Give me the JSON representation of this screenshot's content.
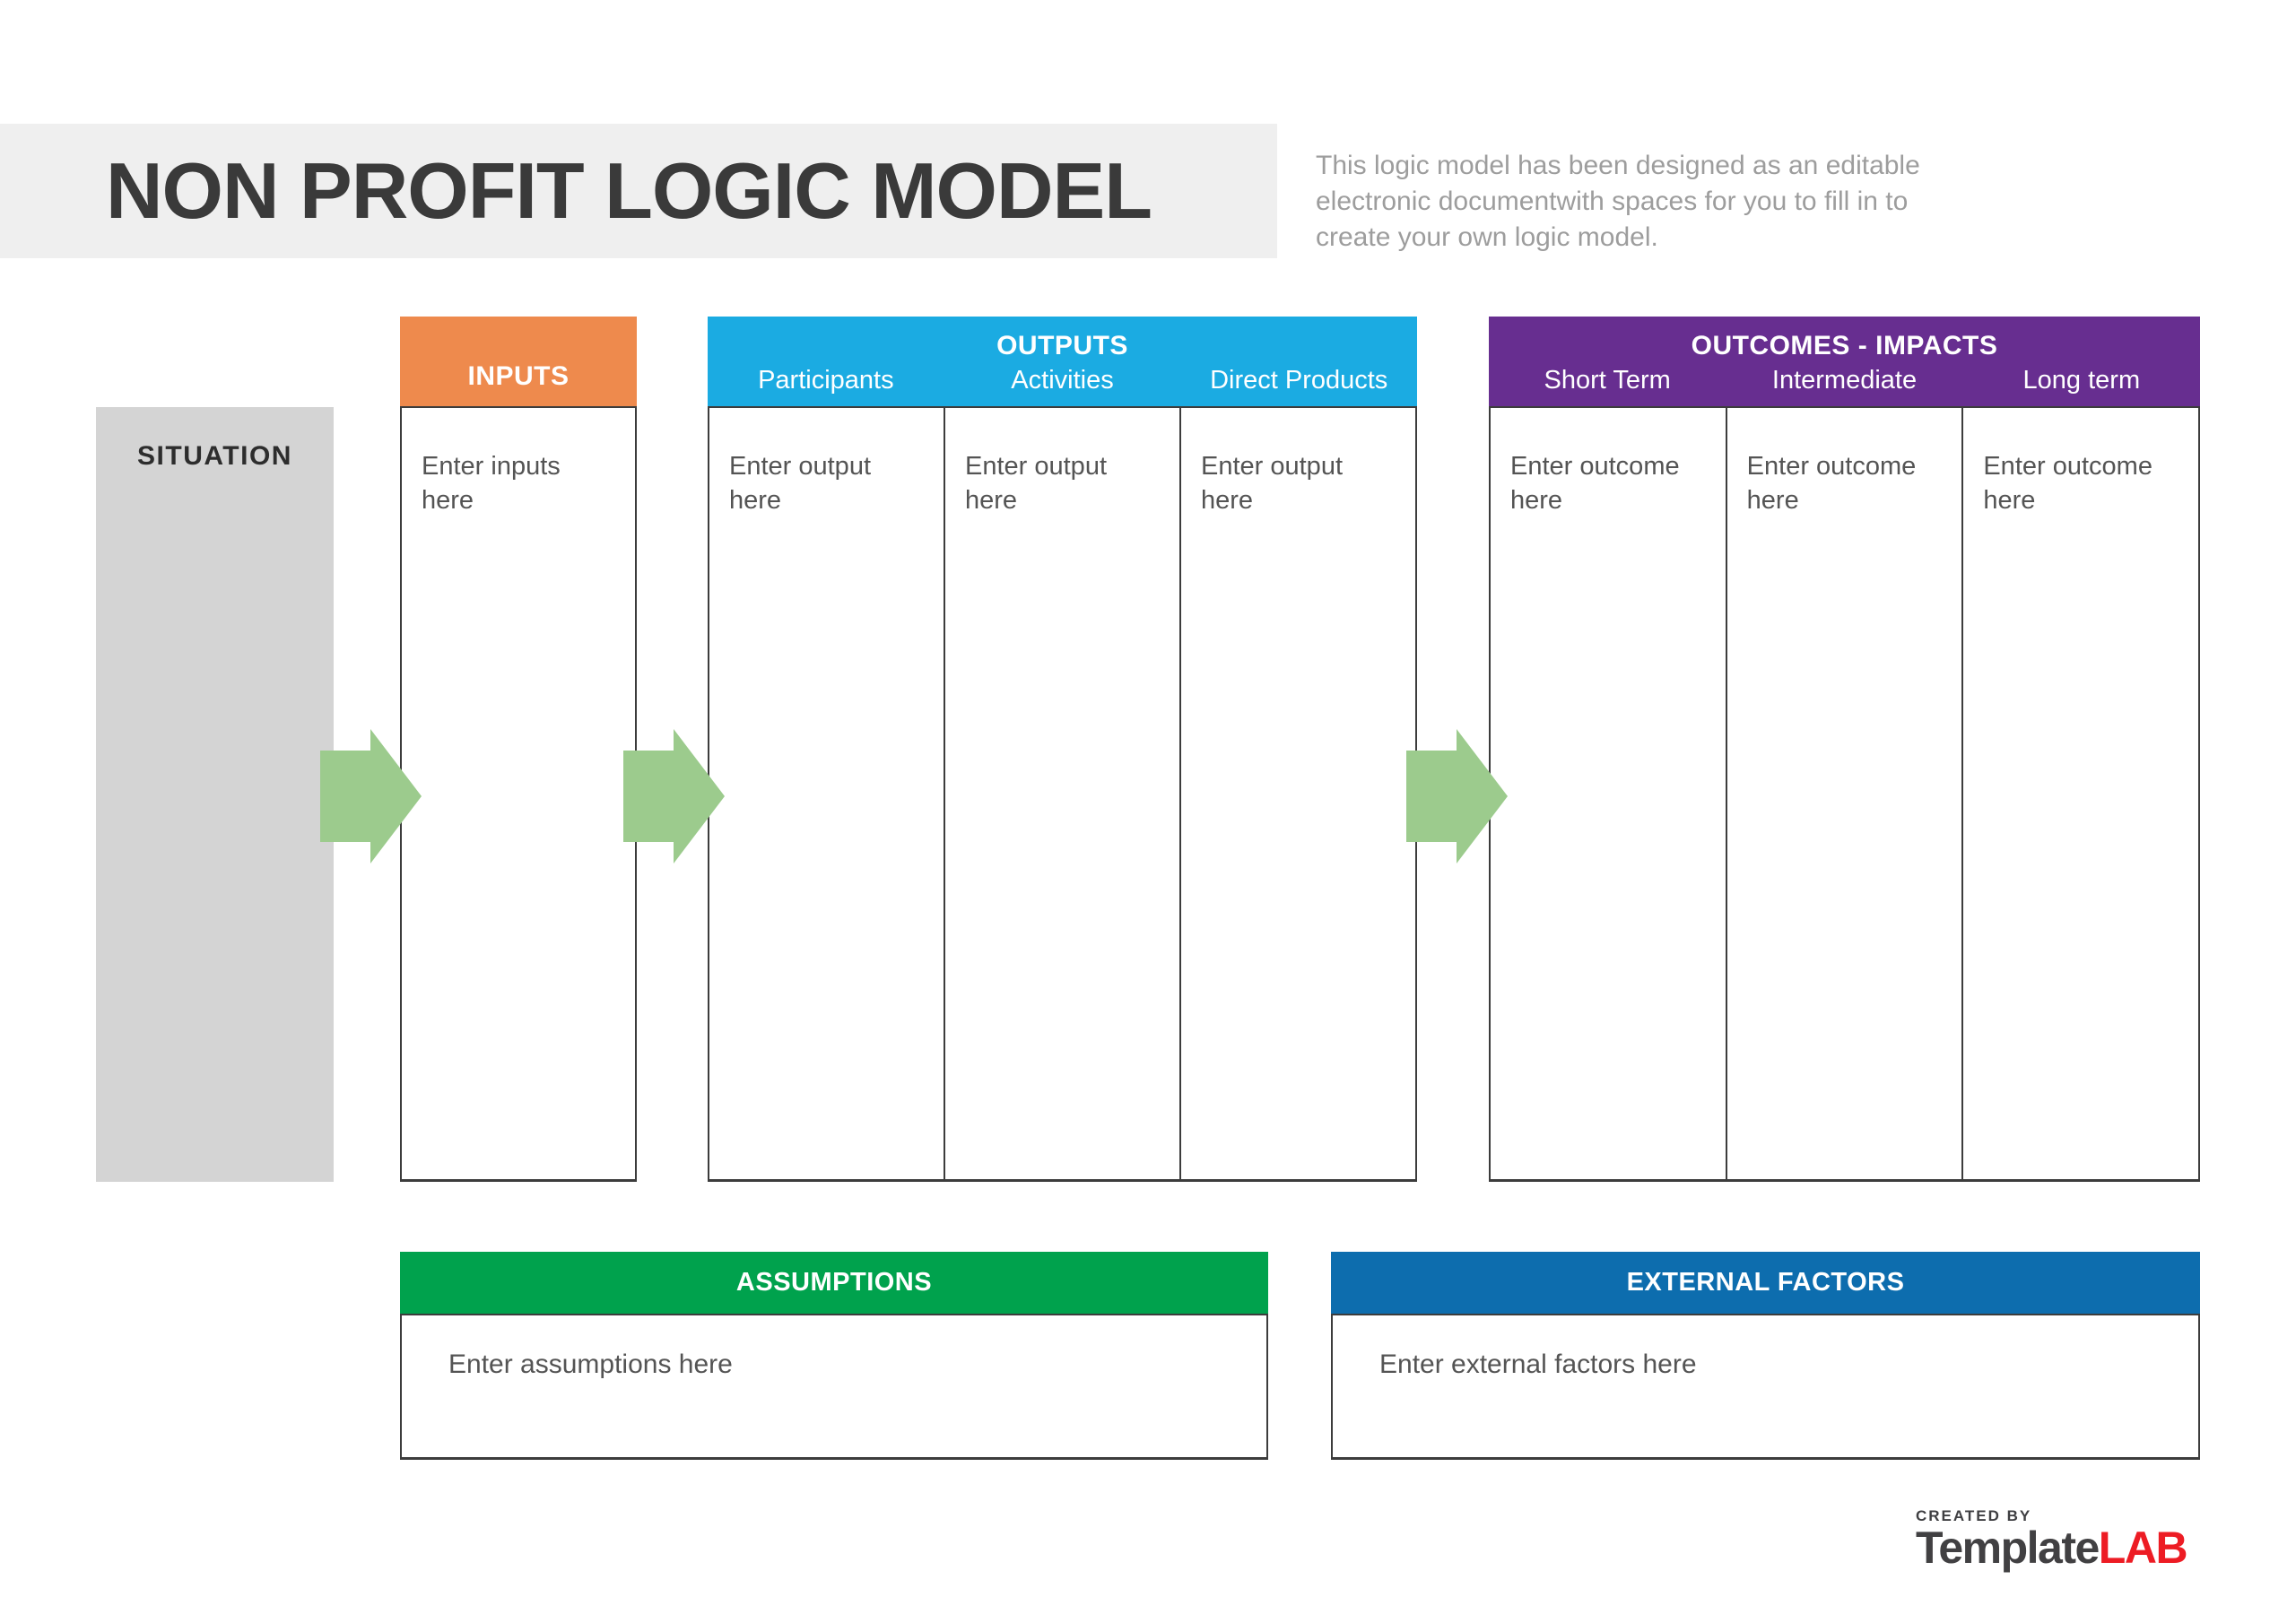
{
  "title_band": {
    "title": "NON PROFIT LOGIC MODEL",
    "bg_color": "#efefef"
  },
  "intro": {
    "lines": [
      "This logic model has been designed as an editable",
      "electronic documentwith spaces for you to fill in to",
      "create your own logic model."
    ]
  },
  "situation": {
    "label": "SITUATION",
    "bg_color": "#d4d4d4"
  },
  "inputs": {
    "header": "INPUTS",
    "header_color": "#ee8a4d",
    "placeholder": "Enter inputs here"
  },
  "outputs": {
    "header": "OUTPUTS",
    "header_color": "#1babe2",
    "columns": [
      {
        "label": "Participants",
        "placeholder": "Enter output here"
      },
      {
        "label": "Activities",
        "placeholder": "Enter output here"
      },
      {
        "label": "Direct Products",
        "placeholder": "Enter output here"
      }
    ]
  },
  "outcomes": {
    "header": "OUTCOMES - IMPACTS",
    "header_color": "#672e90",
    "columns": [
      {
        "label": "Short Term",
        "placeholder": "Enter outcome here"
      },
      {
        "label": "Intermediate",
        "placeholder": "Enter outcome here"
      },
      {
        "label": "Long term",
        "placeholder": "Enter outcome here"
      }
    ]
  },
  "arrows": {
    "color": "#9ccb8d",
    "count": 3
  },
  "assumptions": {
    "header": "ASSUMPTIONS",
    "header_color": "#00a24d",
    "placeholder": "Enter assumptions here"
  },
  "external_factors": {
    "header": "EXTERNAL FACTORS",
    "header_color": "#0d6dae",
    "placeholder": "Enter external factors here"
  },
  "logo": {
    "created_by": "CREATED BY",
    "brand_dark": "Template",
    "brand_red": "LAB",
    "dark_color": "#414042",
    "red_color": "#ed1c24"
  }
}
